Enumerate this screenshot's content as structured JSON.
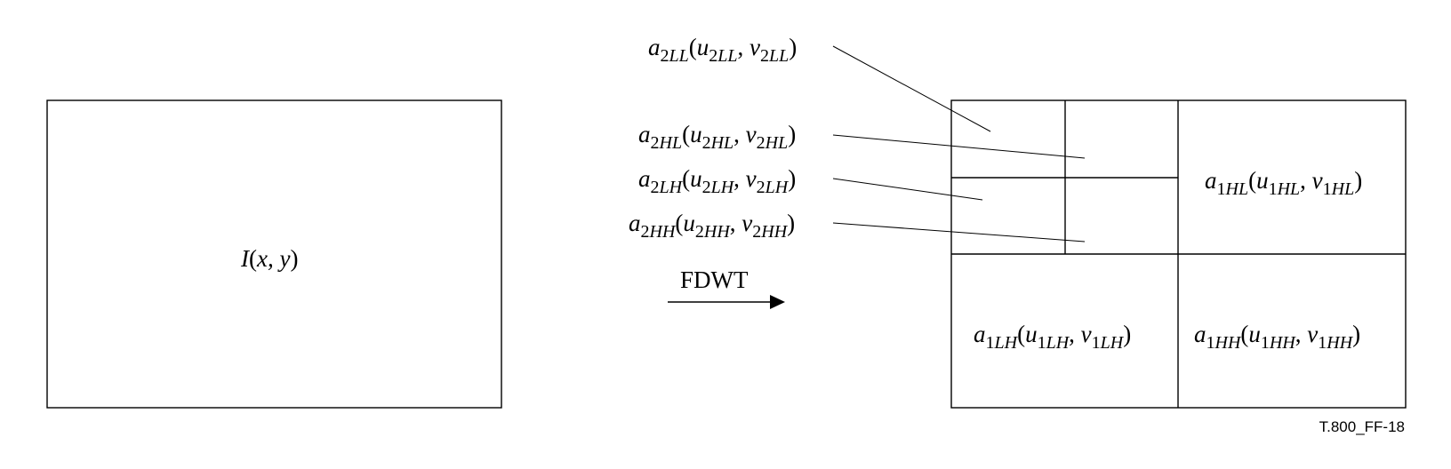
{
  "input_image": {
    "label_fn": "I",
    "label_args": "x, y"
  },
  "transform": {
    "label": "FDWT"
  },
  "subbands": {
    "level2": [
      {
        "key": "LL",
        "level": "2",
        "band": "LL"
      },
      {
        "key": "HL",
        "level": "2",
        "band": "HL"
      },
      {
        "key": "LH",
        "level": "2",
        "band": "LH"
      },
      {
        "key": "HH",
        "level": "2",
        "band": "HH"
      }
    ],
    "level1": [
      {
        "key": "HL",
        "level": "1",
        "band": "HL"
      },
      {
        "key": "LH",
        "level": "1",
        "band": "LH"
      },
      {
        "key": "HH",
        "level": "1",
        "band": "HH"
      }
    ]
  },
  "symbols": {
    "coef": "a",
    "u": "u",
    "v": "v",
    "comma": ", "
  },
  "figure_id": "T.800_FF-18"
}
